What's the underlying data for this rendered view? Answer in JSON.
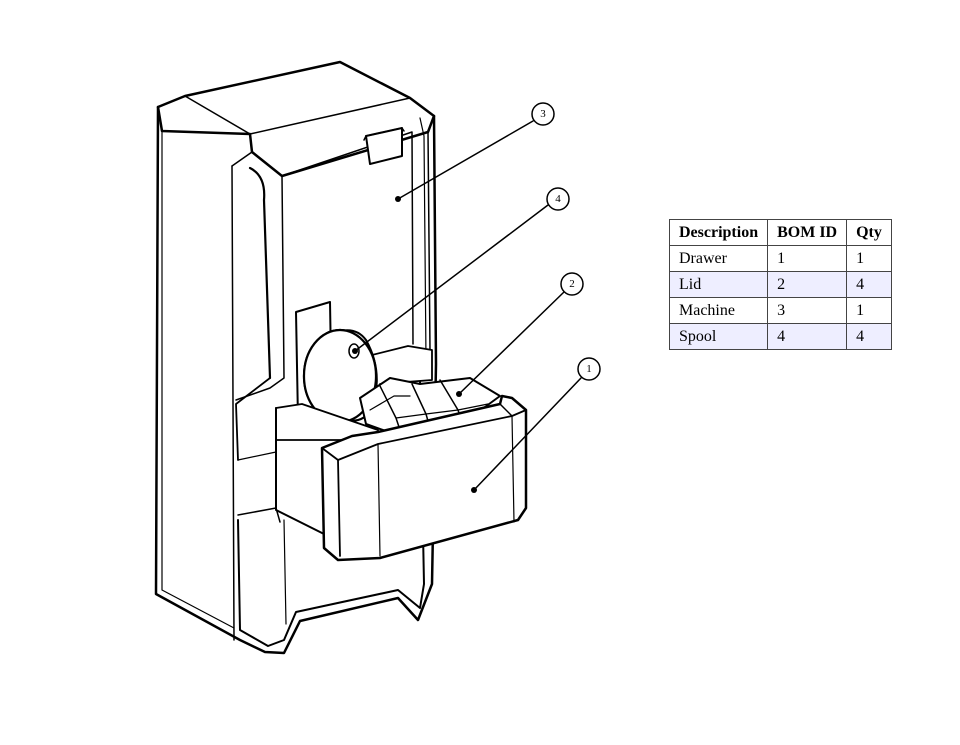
{
  "callouts": [
    {
      "id": "3"
    },
    {
      "id": "4"
    },
    {
      "id": "2"
    },
    {
      "id": "1"
    }
  ],
  "bom": {
    "headers": [
      "Description",
      "BOM ID",
      "Qty"
    ],
    "rows": [
      {
        "description": "Drawer",
        "bom_id": "1",
        "qty": "1"
      },
      {
        "description": "Lid",
        "bom_id": "2",
        "qty": "4"
      },
      {
        "description": "Machine",
        "bom_id": "3",
        "qty": "1"
      },
      {
        "description": "Spool",
        "bom_id": "4",
        "qty": "4"
      }
    ]
  },
  "colors": {
    "line": "#000000",
    "row_highlight": "#eeeeff",
    "table_border": "#444444"
  }
}
